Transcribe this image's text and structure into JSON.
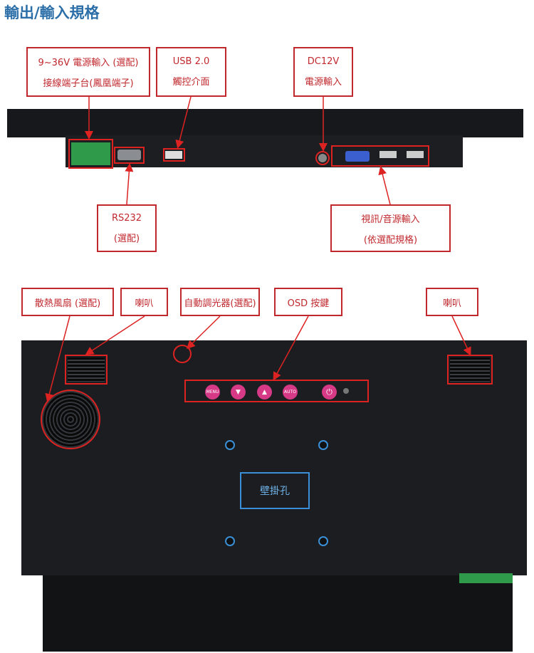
{
  "title": "輸出/輸入規格",
  "labels": {
    "power_terminal": {
      "line1": "9~36V 電源輸入 (選配)",
      "line2": "接線端子台(鳳凰端子)"
    },
    "usb": {
      "line1": "USB 2.0",
      "line2": "觸控介面"
    },
    "dc": {
      "line1": "DC12V",
      "line2": "電源輸入"
    },
    "rs232": {
      "line1": "RS232",
      "line2": "(選配)"
    },
    "video": {
      "line1": "視訊/音源輸入",
      "line2": "(依選配規格)"
    },
    "fan": "散熱風扇 (選配)",
    "speaker_left": "喇叭",
    "dimmer": "自動調光器(選配)",
    "osd": "OSD 按鍵",
    "speaker_right": "喇叭",
    "wall_mount": "壁掛孔"
  },
  "osd_buttons": {
    "menu": "MENU",
    "down": "▼",
    "up": "▲",
    "auto": "AUTO",
    "power": "⏻"
  },
  "colors": {
    "accent": "#c0282e",
    "title": "#2c6fa8",
    "button": "#d63a86",
    "mount": "#3a8fd6"
  }
}
